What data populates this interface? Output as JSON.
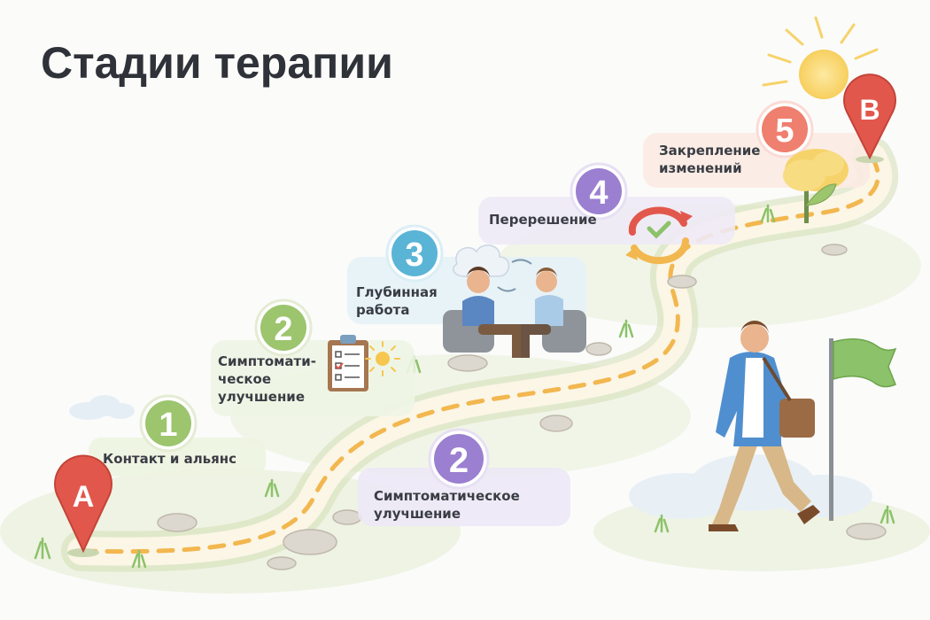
{
  "title": "Стадии терапии",
  "markers": {
    "start": "A",
    "end": "B"
  },
  "stages": [
    {
      "number": "1",
      "label": "Контакт и альянс",
      "color": "#9cc56e"
    },
    {
      "number": "2",
      "label": "Симптомати-\nческое\nулучшение",
      "color": "#9cc56e"
    },
    {
      "number": "2",
      "label": "Симптоматическое\nулучшение",
      "color": "#9b7fd0"
    },
    {
      "number": "3",
      "label": "Глубинная\nработа",
      "color": "#5ab4d6"
    },
    {
      "number": "4",
      "label": "Перерешение",
      "color": "#9b7fd0"
    },
    {
      "number": "5",
      "label": "Закрепление\nизменений",
      "color": "#ef7f6e"
    }
  ],
  "colors": {
    "pin": "#e2574c",
    "path_dash": "#f2b74f",
    "grass": "#8cc26a"
  }
}
